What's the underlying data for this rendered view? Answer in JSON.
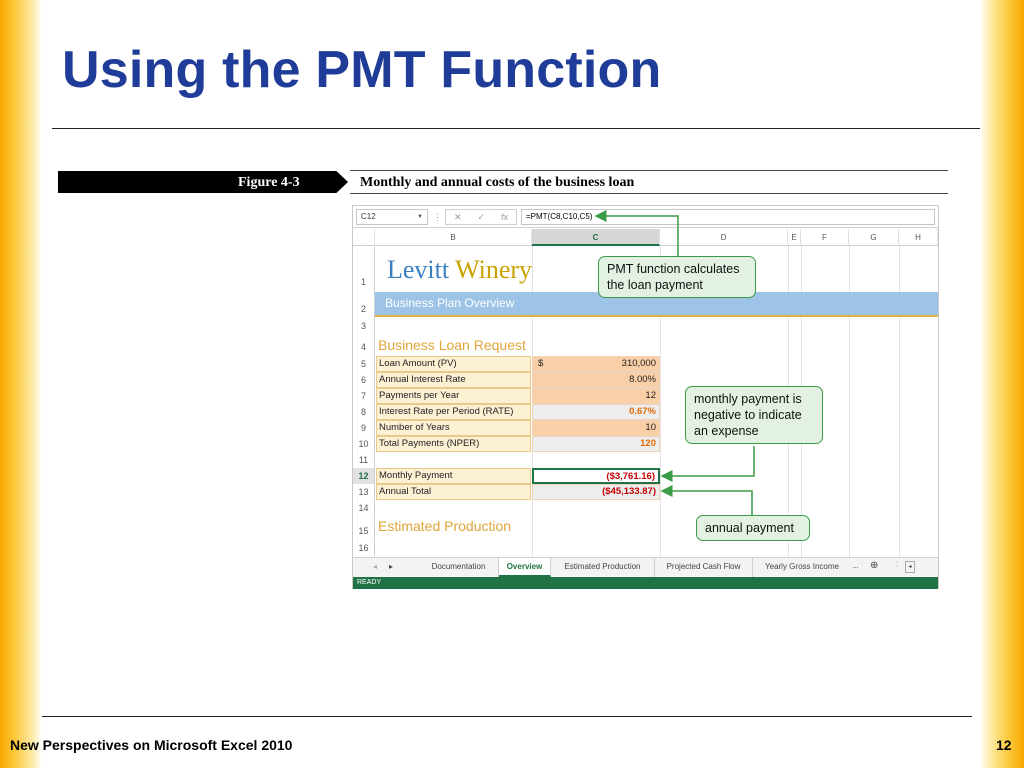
{
  "slide": {
    "title": "Using the PMT Function",
    "footer": "New Perspectives on Microsoft Excel 2010",
    "page_number": "12"
  },
  "figure": {
    "label": "Figure 4-3",
    "caption": "Monthly and annual costs of the business loan"
  },
  "excel": {
    "name_box": "C12",
    "formula": "=PMT(C8,C10,C5)",
    "formula_icons": [
      "✕",
      "✓",
      "fx"
    ],
    "columns": [
      "B",
      "C",
      "D",
      "E",
      "F",
      "G",
      "H"
    ],
    "rows": [
      "1",
      "2",
      "3",
      "4",
      "5",
      "6",
      "7",
      "8",
      "9",
      "10",
      "11",
      "12",
      "13",
      "14",
      "15",
      "16"
    ],
    "company_part1": "Levitt ",
    "company_part2": "Winery",
    "subtitle": "Business Plan Overview",
    "section_loan": "Business Loan Request",
    "section_production": "Estimated Production",
    "loan_items": [
      {
        "label": "Loan Amount (PV)",
        "currency": "$",
        "value": "310,000"
      },
      {
        "label": "Annual Interest Rate",
        "value": "8.00%"
      },
      {
        "label": "Payments per Year",
        "value": "12"
      },
      {
        "label": "Interest Rate per Period (RATE)",
        "value": "0.67%"
      },
      {
        "label": "Number of Years",
        "value": "10"
      },
      {
        "label": "Total Payments (NPER)",
        "value": "120"
      }
    ],
    "monthly_label": "Monthly Payment",
    "monthly_value": "($3,761.16)",
    "annual_label": "Annual Total",
    "annual_value": "($45,133.87)",
    "tabs": [
      "Documentation",
      "Overview",
      "Estimated Production",
      "Projected Cash Flow",
      "Yearly Gross Income"
    ],
    "tabs_more": "...",
    "status": "READY"
  },
  "callouts": {
    "pmt": "PMT function calculates the loan payment",
    "monthly": "monthly payment is negative to indicate an expense",
    "annual": "annual payment"
  },
  "colors": {
    "title_blue": "#1f3c99",
    "excel_green": "#217346",
    "callout_border": "#3a9c47",
    "callout_fill": "#e3f1e2",
    "negative_red": "#c00000"
  }
}
